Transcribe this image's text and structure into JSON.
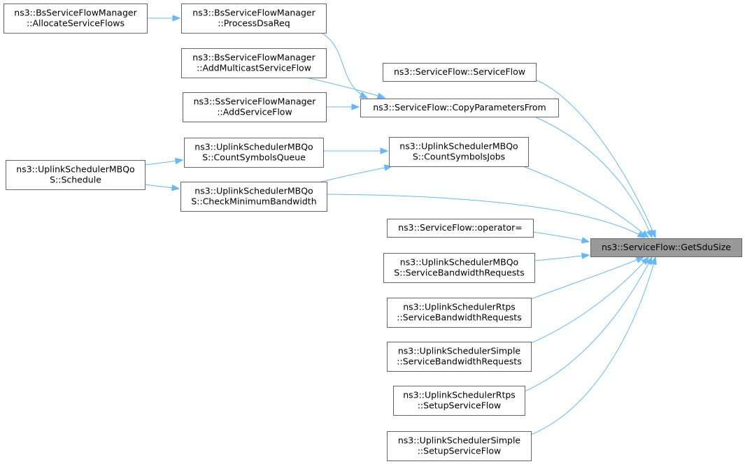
{
  "colors": {
    "edge": "#63b8ff",
    "node_border": "#666666",
    "root_fill": "#999999",
    "node_fill": "#ffffff"
  },
  "nodes": [
    {
      "id": "root",
      "lines": [
        "ns3::ServiceFlow::GetSduSize"
      ],
      "root": true
    },
    {
      "id": "sf_ctor",
      "lines": [
        "ns3::ServiceFlow::ServiceFlow"
      ]
    },
    {
      "id": "copyparams",
      "lines": [
        "ns3::ServiceFlow::CopyParametersFrom"
      ]
    },
    {
      "id": "countjobs",
      "lines": [
        "ns3::UplinkSchedulerMBQo",
        "S::CountSymbolsJobs"
      ]
    },
    {
      "id": "checkminbw",
      "lines": [
        "ns3::UplinkSchedulerMBQo",
        "S::CheckMinimumBandwidth"
      ]
    },
    {
      "id": "opassign",
      "lines": [
        "ns3::ServiceFlow::operator="
      ]
    },
    {
      "id": "mbqos_sbr",
      "lines": [
        "ns3::UplinkSchedulerMBQo",
        "S::ServiceBandwidthRequests"
      ]
    },
    {
      "id": "rtps_sbr",
      "lines": [
        "ns3::UplinkSchedulerRtps",
        "::ServiceBandwidthRequests"
      ]
    },
    {
      "id": "simple_sbr",
      "lines": [
        "ns3::UplinkSchedulerSimple",
        "::ServiceBandwidthRequests"
      ]
    },
    {
      "id": "rtps_ssf",
      "lines": [
        "ns3::UplinkSchedulerRtps",
        "::SetupServiceFlow"
      ]
    },
    {
      "id": "simple_ssf",
      "lines": [
        "ns3::UplinkSchedulerSimple",
        "::SetupServiceFlow"
      ]
    },
    {
      "id": "processdsa",
      "lines": [
        "ns3::BsServiceFlowManager",
        "::ProcessDsaReq"
      ]
    },
    {
      "id": "addmulticast",
      "lines": [
        "ns3::BsServiceFlowManager",
        "::AddMulticastServiceFlow"
      ]
    },
    {
      "id": "ss_addsf",
      "lines": [
        "ns3::SsServiceFlowManager",
        "::AddServiceFlow"
      ]
    },
    {
      "id": "countqueue",
      "lines": [
        "ns3::UplinkSchedulerMBQo",
        "S::CountSymbolsQueue"
      ]
    },
    {
      "id": "allocsf",
      "lines": [
        "ns3::BsServiceFlowManager",
        "::AllocateServiceFlows"
      ]
    },
    {
      "id": "schedule",
      "lines": [
        "ns3::UplinkSchedulerMBQo",
        "S::Schedule"
      ]
    }
  ],
  "edges": [
    {
      "from": "sf_ctor",
      "to": "root"
    },
    {
      "from": "copyparams",
      "to": "root"
    },
    {
      "from": "countjobs",
      "to": "root"
    },
    {
      "from": "checkminbw",
      "to": "root"
    },
    {
      "from": "opassign",
      "to": "root"
    },
    {
      "from": "mbqos_sbr",
      "to": "root"
    },
    {
      "from": "rtps_sbr",
      "to": "root"
    },
    {
      "from": "simple_sbr",
      "to": "root"
    },
    {
      "from": "rtps_ssf",
      "to": "root"
    },
    {
      "from": "simple_ssf",
      "to": "root"
    },
    {
      "from": "processdsa",
      "to": "copyparams"
    },
    {
      "from": "addmulticast",
      "to": "copyparams"
    },
    {
      "from": "ss_addsf",
      "to": "copyparams"
    },
    {
      "from": "countqueue",
      "to": "countjobs"
    },
    {
      "from": "checkminbw",
      "to": "countjobs"
    },
    {
      "from": "allocsf",
      "to": "processdsa"
    },
    {
      "from": "schedule",
      "to": "countqueue"
    },
    {
      "from": "schedule",
      "to": "checkminbw"
    }
  ]
}
